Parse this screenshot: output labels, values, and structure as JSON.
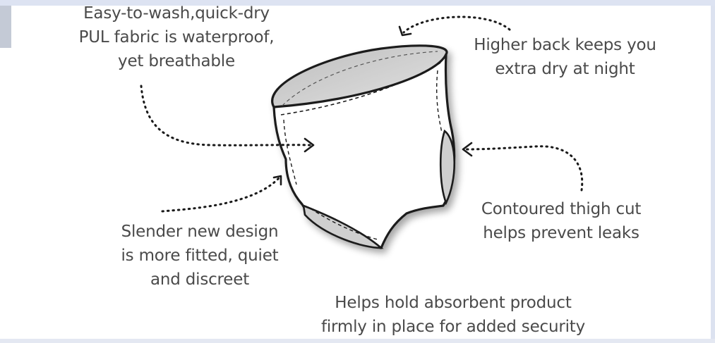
{
  "colors": {
    "text": "#4a4a4a",
    "outline": "#1a1a1a",
    "fill_grey": "#cfcfcf",
    "frame_blue": "#dde3f2"
  },
  "icons": {
    "garment": "cloth-diaper-cover-illustration",
    "arrows": "dotted-curved-arrow"
  },
  "callouts": {
    "fabric": "Easy-to-wash,quick-dry\nPUL fabric is waterproof,\nyet breathable",
    "back": "Higher back keeps you\nextra dry at night",
    "thigh": "Contoured thigh cut\nhelps prevent leaks",
    "design": "Slender new design\nis more fitted, quiet\nand discreet",
    "hold": "Helps hold absorbent product\nfirmly in place for added security"
  }
}
